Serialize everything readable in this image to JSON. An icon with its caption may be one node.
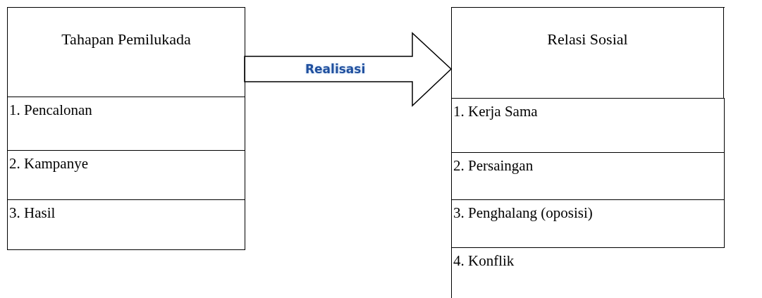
{
  "diagram": {
    "nodes": [
      {
        "text": [
          "Tahapan Pemilukada"
        ]
      },
      {
        "text": [
          "1. Pencalonan"
        ],
        "in": 0
      },
      {
        "text": [
          "2. Kampanye"
        ],
        "in": 0
      },
      {
        "text": [
          "3. Hasil"
        ],
        "in": 0
      },
      {
        "text": [
          "Relasi Sosial"
        ]
      },
      {
        "text": [
          "1. Kerja Sama"
        ],
        "in": 4
      },
      {
        "text": [
          "2. Persaingan"
        ],
        "in": 4
      },
      {
        "text": [
          "3. Penghalang (oposisi)"
        ],
        "in": 4
      },
      {
        "text": [
          "4. Konflik"
        ],
        "in": 4
      }
    ],
    "edges": [
      {
        "from": 0,
        "to": 4,
        "arrow": "to",
        "label": "Realisasi"
      }
    ]
  }
}
